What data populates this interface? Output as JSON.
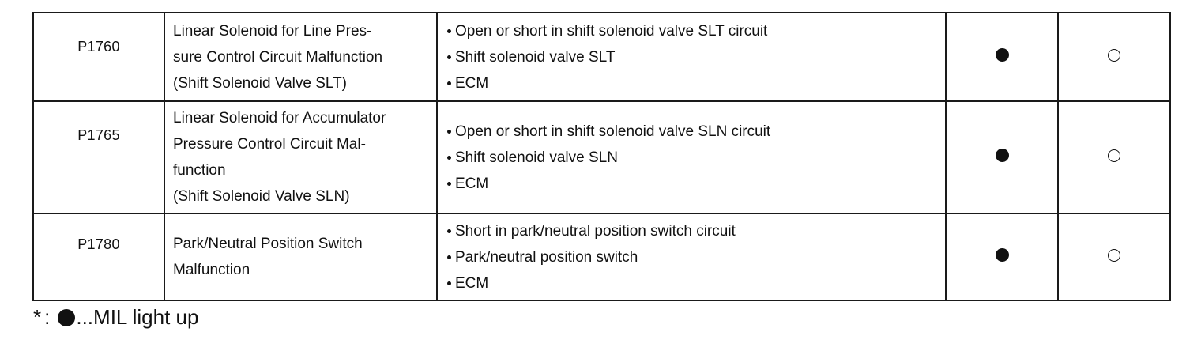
{
  "rows": [
    {
      "code": "P1760",
      "name_lines": [
        "Linear Solenoid for Line Pres-",
        "sure Control Circuit Malfunction",
        "(Shift Solenoid Valve SLT)"
      ],
      "trouble_areas": [
        "Open or short in shift solenoid valve SLT circuit",
        "Shift solenoid valve SLT",
        "ECM"
      ],
      "mil": "filled-circle",
      "memory": "open-circle"
    },
    {
      "code": "P1765",
      "name_lines": [
        "Linear Solenoid for Accumulator",
        "Pressure Control Circuit Mal-",
        "function",
        "(Shift Solenoid Valve SLN)"
      ],
      "trouble_areas": [
        "Open or short in shift solenoid valve SLN circuit",
        "Shift solenoid valve SLN",
        "ECM"
      ],
      "mil": "filled-circle",
      "memory": "open-circle"
    },
    {
      "code": "P1780",
      "name_lines": [
        "Park/Neutral Position Switch",
        "Malfunction"
      ],
      "trouble_areas": [
        "Short in park/neutral position switch circuit",
        "Park/neutral position switch",
        "ECM"
      ],
      "mil": "filled-circle",
      "memory": "open-circle"
    }
  ],
  "footnote": {
    "mark": "*",
    "colon": ":",
    "text": "...MIL light up",
    "icon": "filled-circle"
  }
}
